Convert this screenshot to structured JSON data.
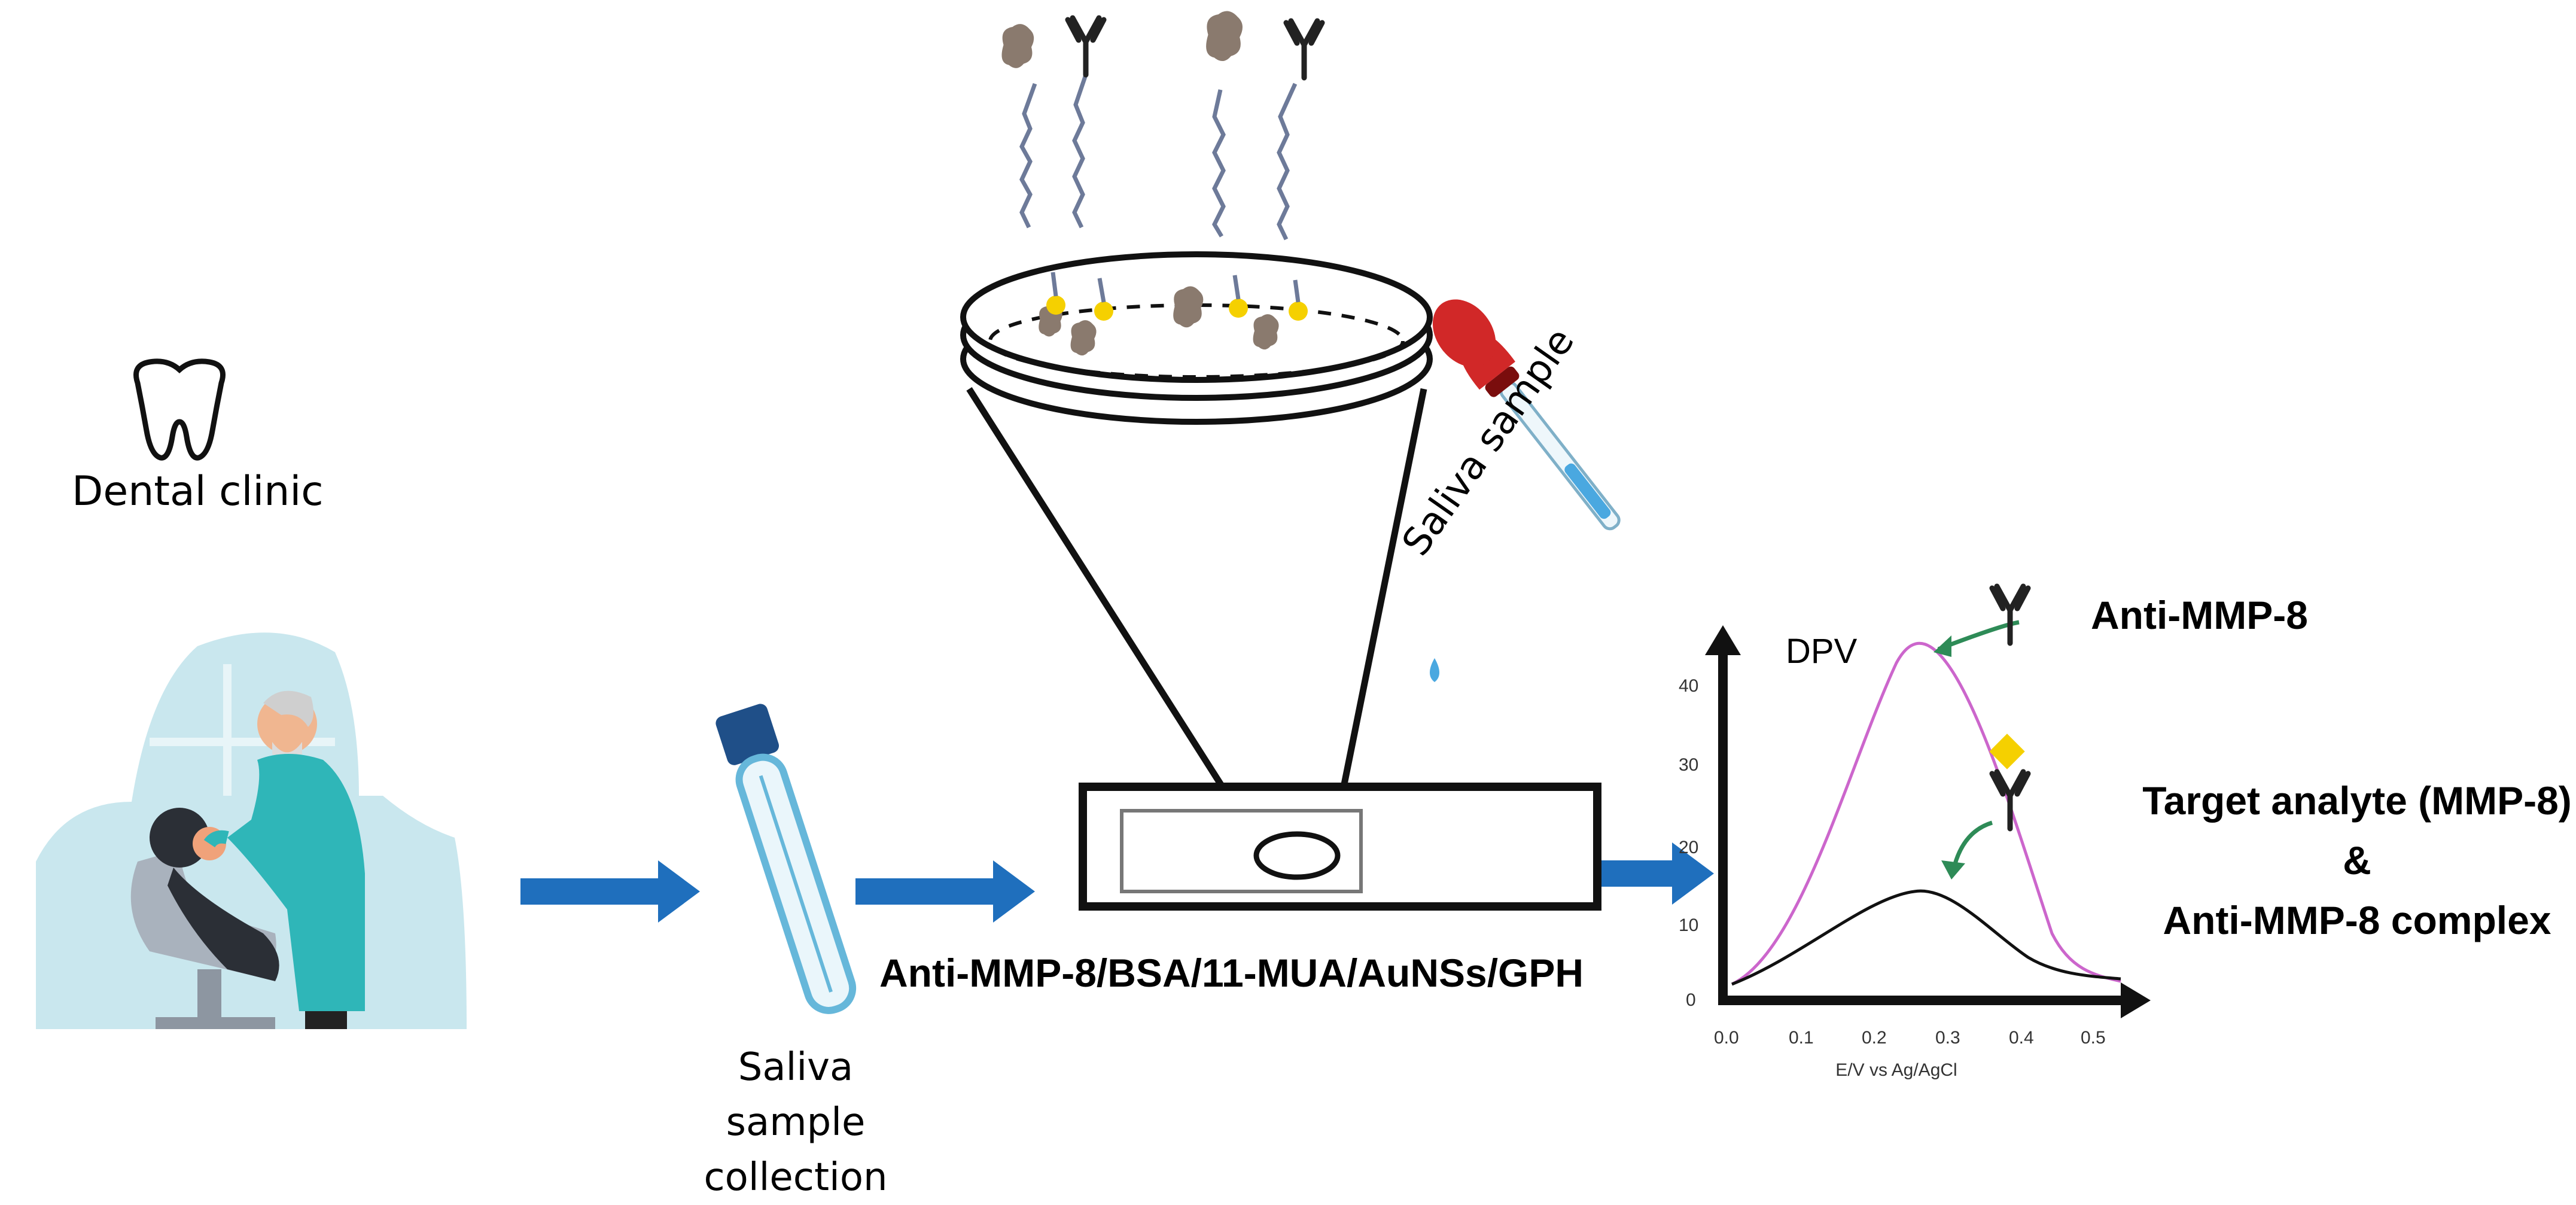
{
  "labels": {
    "dental_clinic": "Dental clinic",
    "saliva_collection_line1": "Saliva sample",
    "saliva_collection_line2": "collection",
    "electrode": "Anti-MMP-8/BSA/11-MUA/AuNSs/GPH",
    "saliva_sample": "Saliva sample",
    "anti_mmp8": "Anti-MMP-8",
    "target_line1": "Target analyte (MMP-8)",
    "target_line2": "&",
    "target_line3": "Anti-MMP-8 complex"
  },
  "chart": {
    "title": "DPV",
    "xlabel": "E/V vs Ag/AgCl",
    "x_ticks": [
      "0.0",
      "0.1",
      "0.2",
      "0.3",
      "0.4",
      "0.5"
    ],
    "y_ticks": [
      "0",
      "10",
      "20",
      "30",
      "40"
    ]
  },
  "colors": {
    "arrow": "#1f6fbd",
    "anti_curve": "#cc66cc",
    "complex_curve": "#000000",
    "green_arrow": "#2e8b57",
    "gold": "#f5d000",
    "protein": "#8a7a6e",
    "chain": "#6d7a99",
    "dropper_bulb": "#d12828",
    "liquid": "#4aa8e0"
  }
}
